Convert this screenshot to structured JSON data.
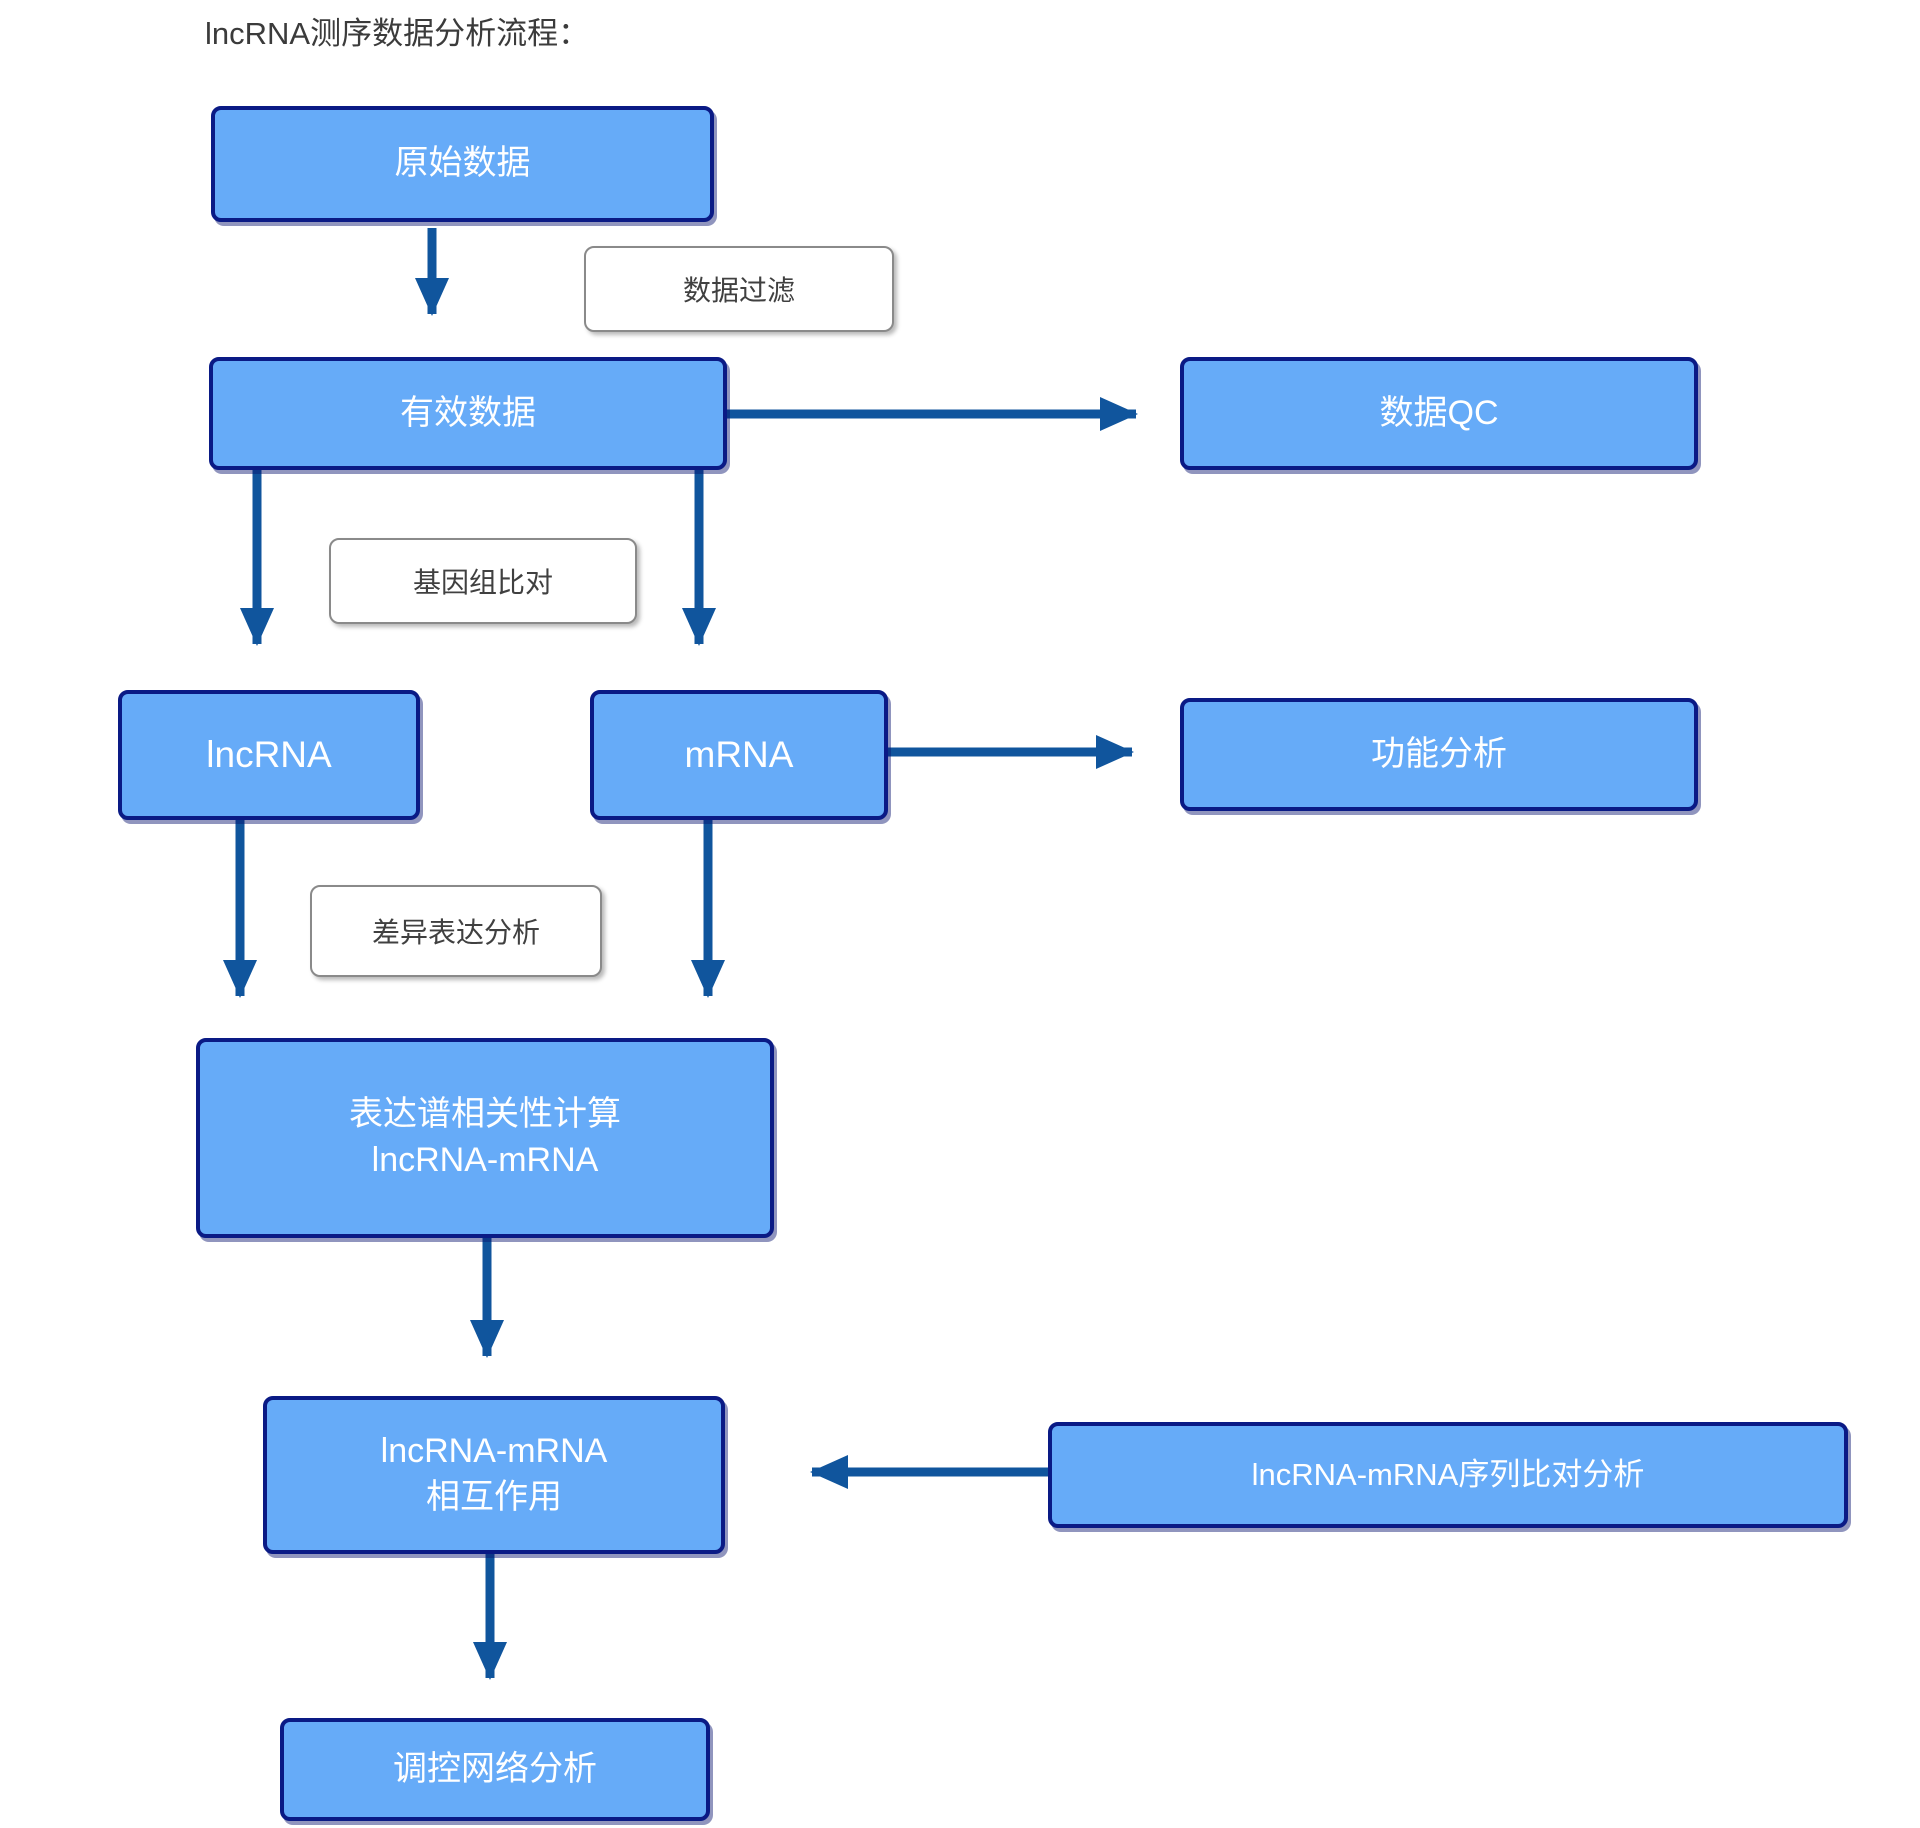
{
  "title": "lncRNA测序数据分析流程：",
  "nodes": {
    "raw_data": {
      "label": "原始数据"
    },
    "valid_data": {
      "label": "有效数据"
    },
    "data_qc": {
      "label": "数据QC"
    },
    "lncrna": {
      "label": "lncRNA"
    },
    "mrna": {
      "label": "mRNA"
    },
    "functional_analysis": {
      "label": "功能分析"
    },
    "expression_correlation": {
      "label_line1": "表达谱相关性计算",
      "label_line2": "lncRNA-mRNA"
    },
    "interaction": {
      "label_line1": "lncRNA-mRNA",
      "label_line2": "相互作用"
    },
    "sequence_alignment": {
      "label": "lncRNA-mRNA序列比对分析"
    },
    "regulatory_network": {
      "label": "调控网络分析"
    }
  },
  "edge_labels": {
    "data_filter": "数据过滤",
    "genome_alignment": "基因组比对",
    "diff_expression": "差异表达分析"
  },
  "edges": [
    {
      "from": "raw_data",
      "to": "valid_data",
      "label": "数据过滤"
    },
    {
      "from": "valid_data",
      "to": "data_qc",
      "label": ""
    },
    {
      "from": "valid_data",
      "to": "lncrna",
      "label": "基因组比对"
    },
    {
      "from": "valid_data",
      "to": "mrna",
      "label": "基因组比对"
    },
    {
      "from": "mrna",
      "to": "functional_analysis",
      "label": ""
    },
    {
      "from": "lncrna",
      "to": "expression_correlation",
      "label": "差异表达分析"
    },
    {
      "from": "mrna",
      "to": "expression_correlation",
      "label": "差异表达分析"
    },
    {
      "from": "expression_correlation",
      "to": "interaction",
      "label": ""
    },
    {
      "from": "sequence_alignment",
      "to": "interaction",
      "label": ""
    },
    {
      "from": "interaction",
      "to": "regulatory_network",
      "label": ""
    }
  ],
  "colors": {
    "node_fill": "#66abf8",
    "node_border": "#0a1a85",
    "node_text": "#ffffff",
    "arrow": "#10559d",
    "edge_label_border": "#8a8a8a",
    "edge_label_text": "#404040",
    "title_text": "#3b3b3b",
    "background": "#ffffff"
  }
}
